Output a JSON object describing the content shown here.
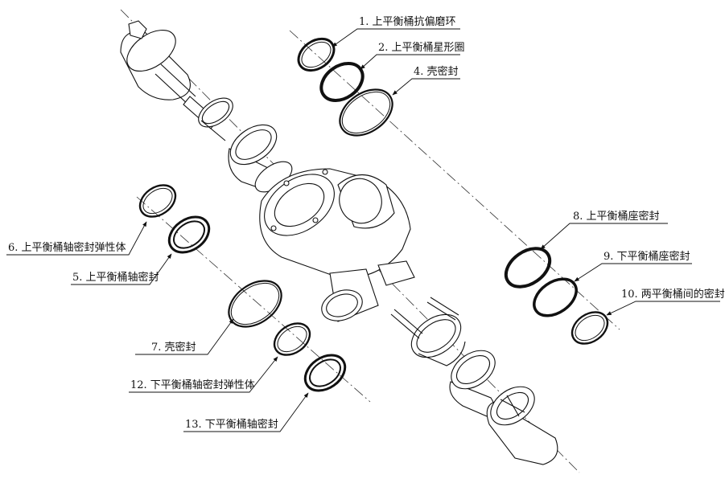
{
  "labels": {
    "l1": "1. 上平衡桶抗偏磨环",
    "l2": "2. 上平衡桶星形圈",
    "l4": "4. 壳密封",
    "l6": "6. 上平衡桶轴密封弹性体",
    "l5": "5. 上平衡桶轴密封",
    "l7": "7. 壳密封",
    "l12": "12. 下平衡桶轴密封弹性体",
    "l13": "13. 下平衡桶轴密封",
    "l8": "8. 上平衡桶座密封",
    "l9": "9. 下平衡桶座密封",
    "l10": "10. 两平衡桶间的密封"
  }
}
